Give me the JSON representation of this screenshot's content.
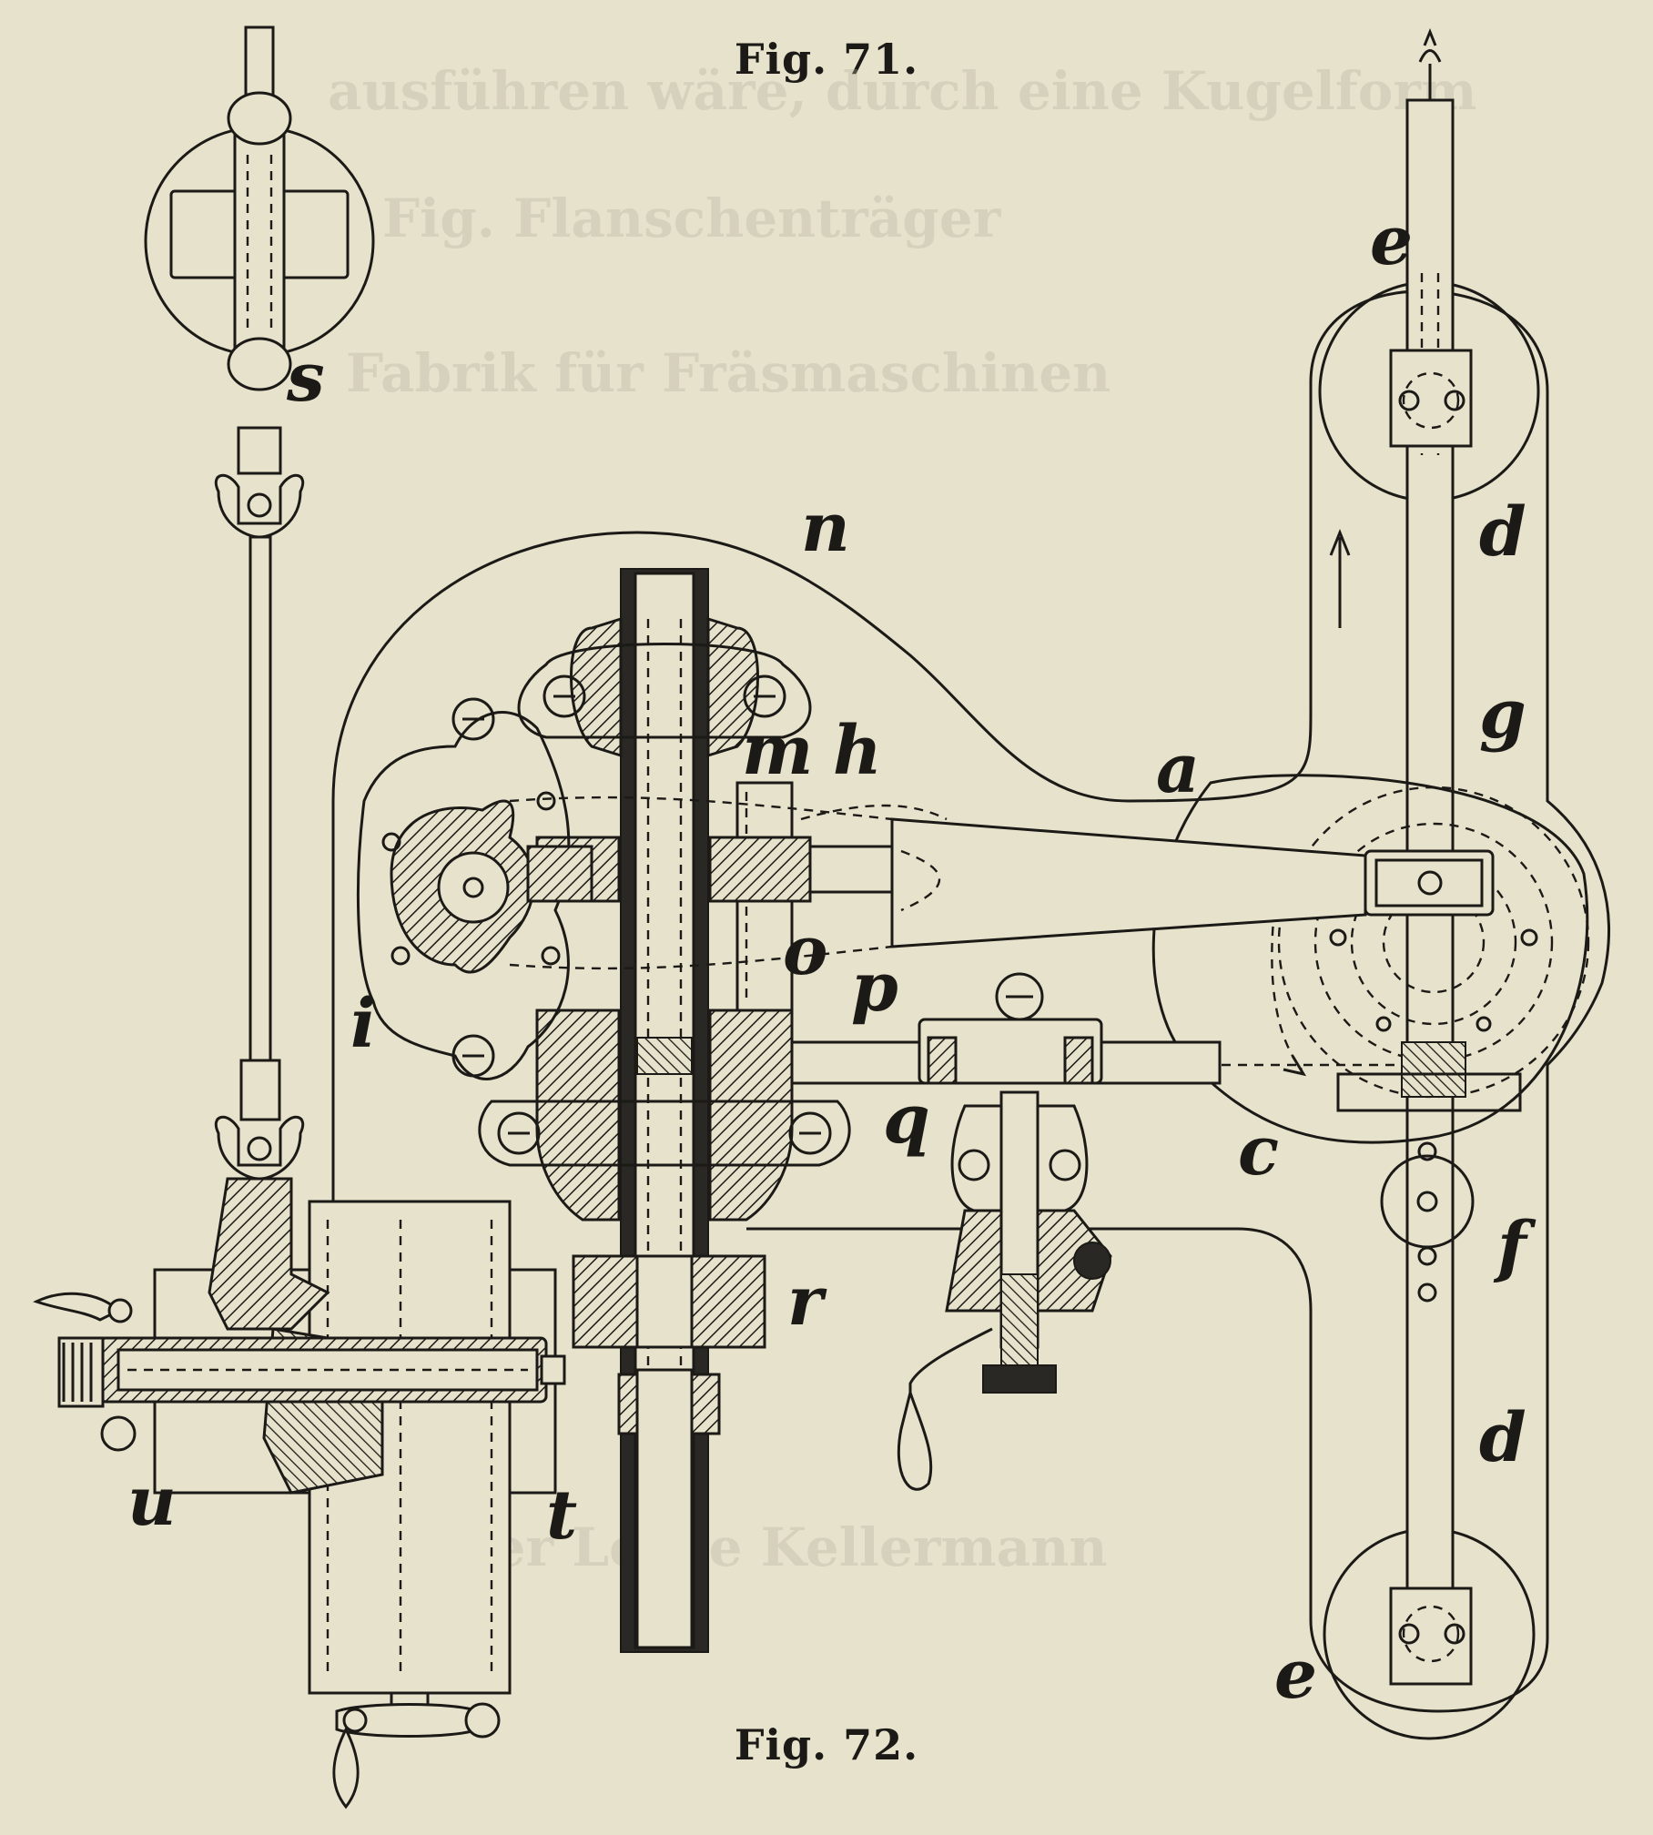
{
  "figures": {
    "top_caption": "Fig. 71.",
    "bottom_caption": "Fig. 72."
  },
  "labels": {
    "e_top": "e",
    "s": "s",
    "n": "n",
    "d_upper": "d",
    "m": "m",
    "h": "h",
    "g": "g",
    "a": "a",
    "o": "o",
    "i": "i",
    "p": "p",
    "q": "q",
    "c": "c",
    "f": "f",
    "r": "r",
    "d_lower": "d",
    "u": "u",
    "t": "t",
    "e_bottom": "e"
  }
}
